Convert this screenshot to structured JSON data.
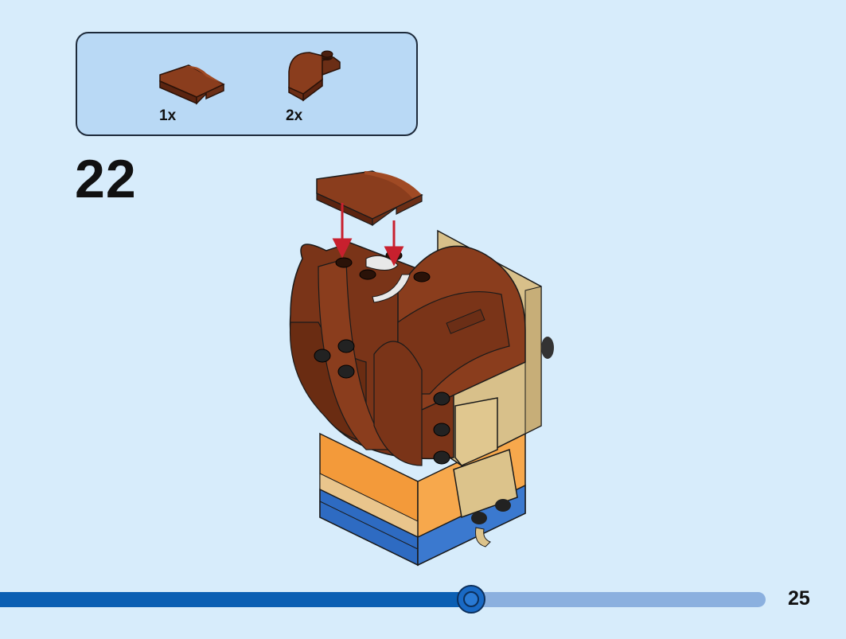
{
  "parts_list": {
    "items": [
      {
        "icon": "curved-slope-brown-icon",
        "quantity": "1x",
        "color": "#6b2e16"
      },
      {
        "icon": "bracket-curved-brown-icon",
        "quantity": "2x",
        "color": "#6b2e16"
      }
    ]
  },
  "step": {
    "number": "22"
  },
  "model": {
    "icon": "brickheadz-figure-icon",
    "arrow_color": "#c8202e",
    "hair_color": "#7a3418",
    "tan_color": "#d8c08a"
  },
  "progress": {
    "fraction": 0.615
  },
  "page": {
    "number": "25"
  }
}
